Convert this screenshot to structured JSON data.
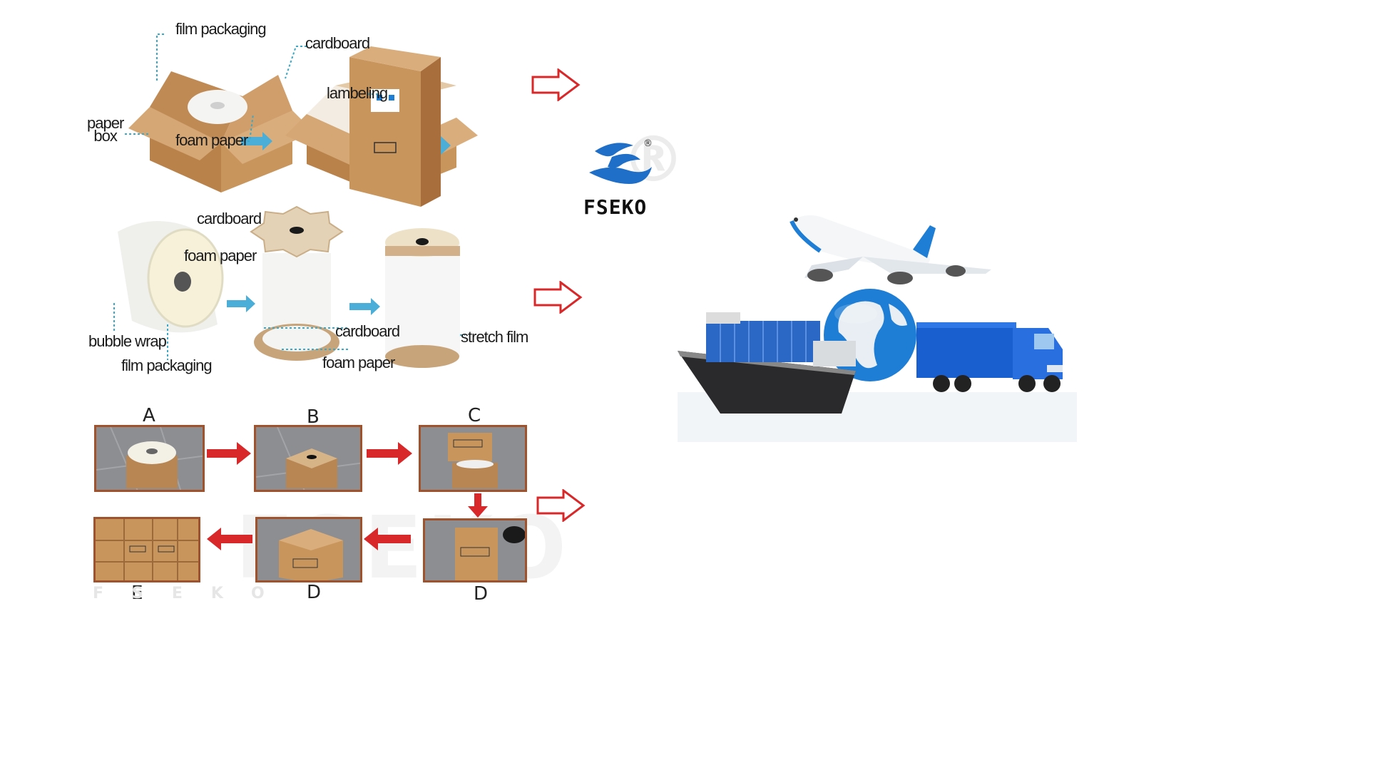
{
  "top_labels": {
    "film_packaging": "film packaging",
    "cardboard": "cardboard",
    "lambeling": "lambeling",
    "paper_box": "paper\nbox",
    "foam_paper": "foam paper",
    "registered": "®"
  },
  "middle_labels": {
    "cardboard_top": "cardboard",
    "foam_paper_top": "foam paper",
    "bubble_wrap": "bubble wrap",
    "film_packaging": "film packaging",
    "cardboard_bottom": "cardboard",
    "foam_paper_bottom": "foam paper",
    "stretch_film": "stretch film"
  },
  "steps": {
    "a": "A",
    "b": "B",
    "c": "C",
    "d1": "D",
    "d2": "D",
    "e": "E"
  },
  "logo": {
    "text": "FSEKO",
    "registered": "®",
    "primary_color": "#1f6fc8",
    "secondary_color": "#111111"
  },
  "watermark_text": "FSEKO",
  "colors": {
    "arrow_red": "#d8282a",
    "flow_arrow_blue": "#4aaed8",
    "photo_border": "#a0522d",
    "box_kraft": "#c8955c",
    "globe_blue": "#1e7ed6",
    "truck_blue": "#1a5fd0"
  },
  "icons": [
    "outline-right-arrow-icon",
    "flow-arrow-icon",
    "airplane-icon",
    "globe-icon",
    "cargo-ship-icon",
    "truck-icon",
    "company-logo-icon"
  ]
}
